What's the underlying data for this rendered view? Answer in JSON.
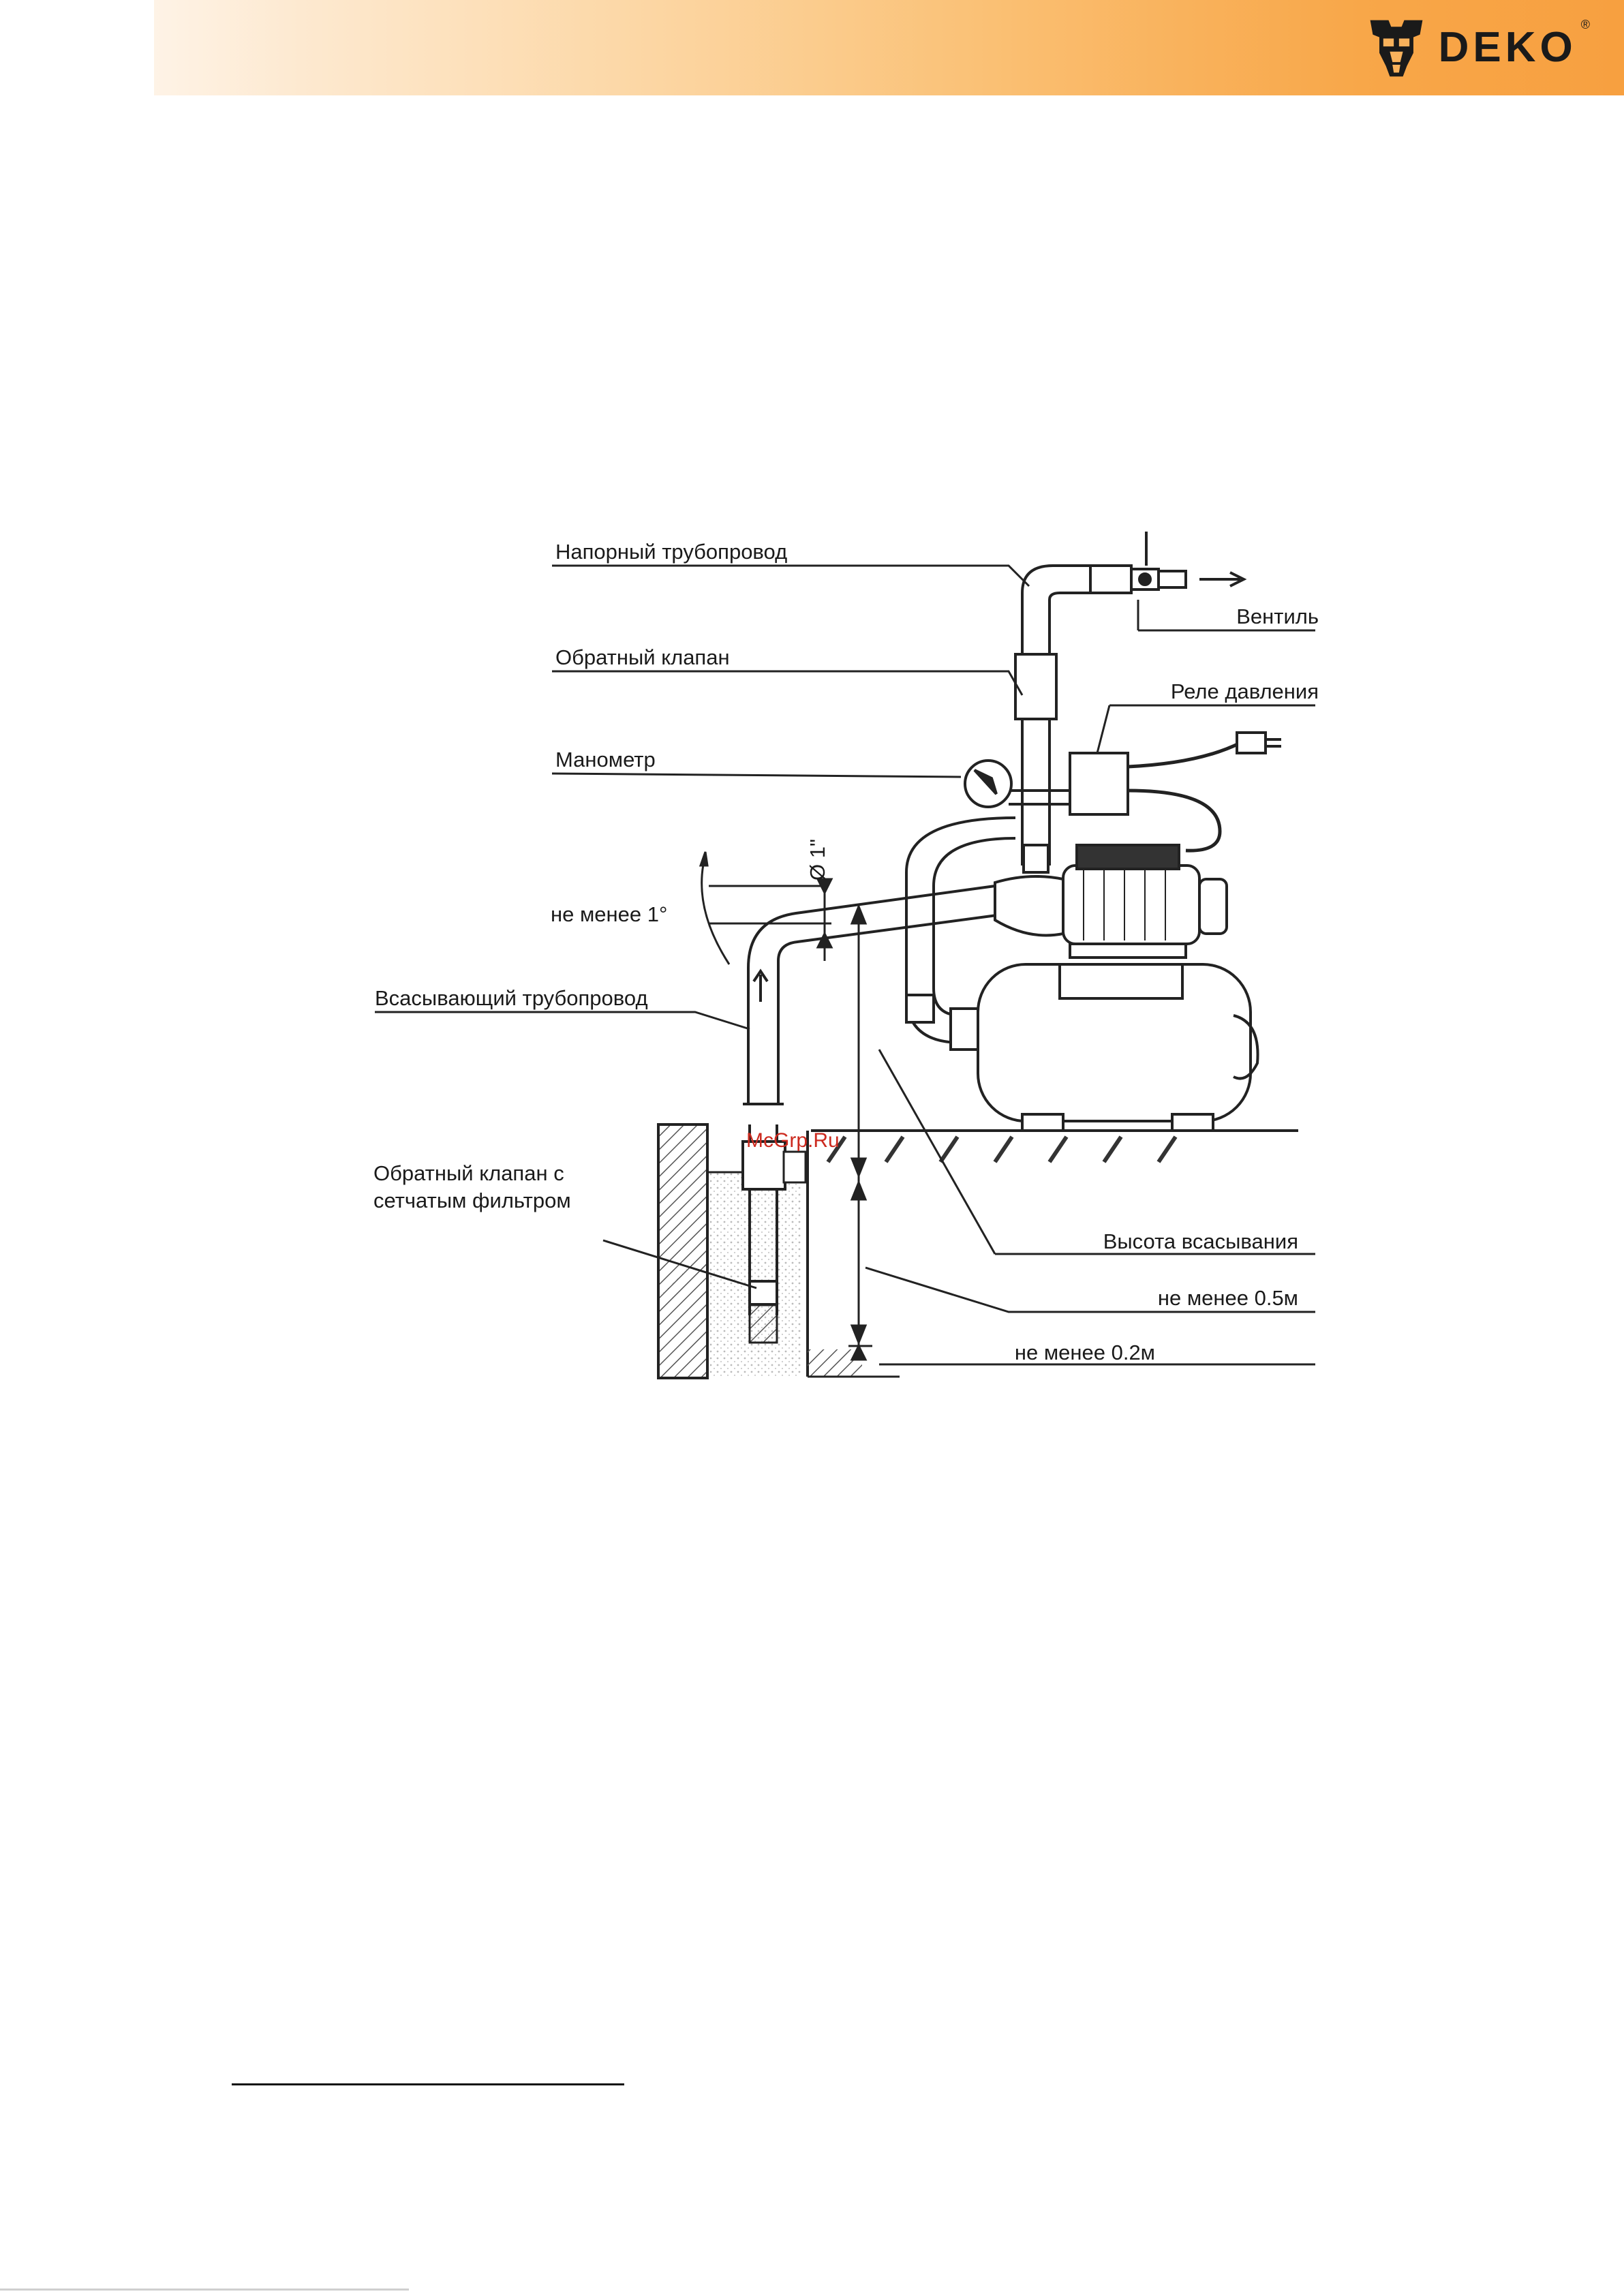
{
  "header": {
    "brand_name": "DEKO",
    "brand_mark": "®",
    "logo_icon": "deko-robot-head-icon",
    "gradient_from": "#fef3e6",
    "gradient_to": "#f7a040"
  },
  "diagram": {
    "labels": {
      "pressure_pipe": "Напорный трубопровод",
      "check_valve": "Обратный клапан",
      "manometer": "Манометр",
      "valve": "Вентиль",
      "pressure_switch": "Реле давления",
      "min_slope": "не менее 1°",
      "diameter": "Ø 1\"",
      "suction_pipe": "Всасывающий трубопровод",
      "check_valve_filter_line1": "Обратный клапан с",
      "check_valve_filter_line2": "сетчатым фильтром",
      "suction_height": "Высота всасывания",
      "min_depth": "не менее 0.5м",
      "min_bottom": "не менее 0.2м"
    },
    "watermark": "McGrp.Ru",
    "watermark_color": "#cc2a1f"
  }
}
